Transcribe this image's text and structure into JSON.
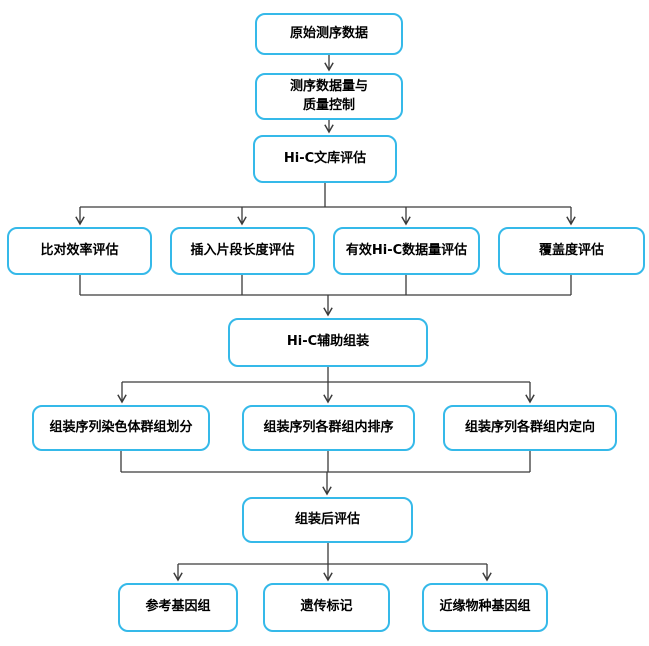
{
  "diagram": {
    "type": "flowchart",
    "colors": {
      "node_border": "#35b9e9",
      "node_fill": "#ffffff",
      "connector": "#3a3a3a",
      "text": "#000000",
      "background": "#ffffff"
    },
    "nodes": {
      "raw-sequencing-data": {
        "label": "原始测序数据"
      },
      "sequencing-qc": {
        "label": "测序数据量与\n质量控制"
      },
      "hic-library-eval": {
        "label": "Hi-C文库评估"
      },
      "alignment-eff-eval": {
        "label": "比对效率评估"
      },
      "insert-length-eval": {
        "label": "插入片段长度评估"
      },
      "valid-hic-data-eval": {
        "label": "有效Hi-C数据量评估"
      },
      "coverage-eval": {
        "label": "覆盖度评估"
      },
      "hic-assisted-assembly": {
        "label": "Hi-C辅助组装"
      },
      "chromosome-group-partition": {
        "label": "组装序列染色体群组划分"
      },
      "intra-group-ordering": {
        "label": "组装序列各群组内排序"
      },
      "intra-group-orientation": {
        "label": "组装序列各群组内定向"
      },
      "post-assembly-eval": {
        "label": "组装后评估"
      },
      "reference-genome": {
        "label": "参考基因组"
      },
      "genetic-markers": {
        "label": "遗传标记"
      },
      "related-species-genome": {
        "label": "近缘物种基因组"
      }
    },
    "edges": [
      [
        "raw-sequencing-data",
        "sequencing-qc"
      ],
      [
        "sequencing-qc",
        "hic-library-eval"
      ],
      [
        "hic-library-eval",
        "alignment-eff-eval"
      ],
      [
        "hic-library-eval",
        "insert-length-eval"
      ],
      [
        "hic-library-eval",
        "valid-hic-data-eval"
      ],
      [
        "hic-library-eval",
        "coverage-eval"
      ],
      [
        "alignment-eff-eval",
        "hic-assisted-assembly"
      ],
      [
        "insert-length-eval",
        "hic-assisted-assembly"
      ],
      [
        "valid-hic-data-eval",
        "hic-assisted-assembly"
      ],
      [
        "coverage-eval",
        "hic-assisted-assembly"
      ],
      [
        "hic-assisted-assembly",
        "chromosome-group-partition"
      ],
      [
        "hic-assisted-assembly",
        "intra-group-ordering"
      ],
      [
        "hic-assisted-assembly",
        "intra-group-orientation"
      ],
      [
        "chromosome-group-partition",
        "post-assembly-eval"
      ],
      [
        "intra-group-ordering",
        "post-assembly-eval"
      ],
      [
        "intra-group-orientation",
        "post-assembly-eval"
      ],
      [
        "post-assembly-eval",
        "reference-genome"
      ],
      [
        "post-assembly-eval",
        "genetic-markers"
      ],
      [
        "post-assembly-eval",
        "related-species-genome"
      ]
    ]
  }
}
